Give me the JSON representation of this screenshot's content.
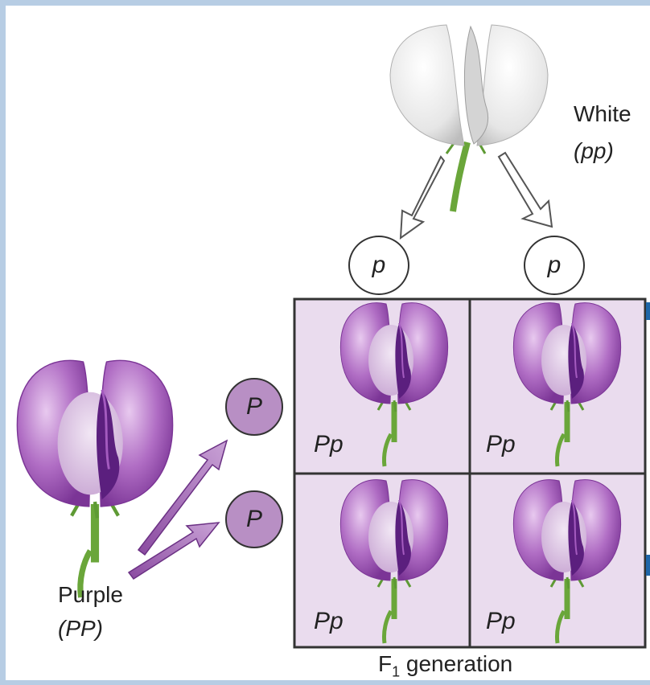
{
  "parents": {
    "white": {
      "name": "White",
      "genotype": "(pp)"
    },
    "purple": {
      "name": "Purple",
      "genotype": "(PP)"
    }
  },
  "gametes": {
    "white": [
      "p",
      "p"
    ],
    "purple": [
      "P",
      "P"
    ]
  },
  "punnett": {
    "cells": [
      "Pp",
      "Pp",
      "Pp",
      "Pp"
    ],
    "generation_label": "F",
    "generation_sub": "1",
    "generation_suffix": " generation"
  },
  "colors": {
    "frame_border": "#b7cde4",
    "purple_flower": "#9c4fb0",
    "cell_fill": "#eadcee",
    "gamete_purple": "#b88fc4"
  },
  "icons": [
    "white-flower-icon",
    "purple-flower-icon",
    "arrow-icon"
  ]
}
